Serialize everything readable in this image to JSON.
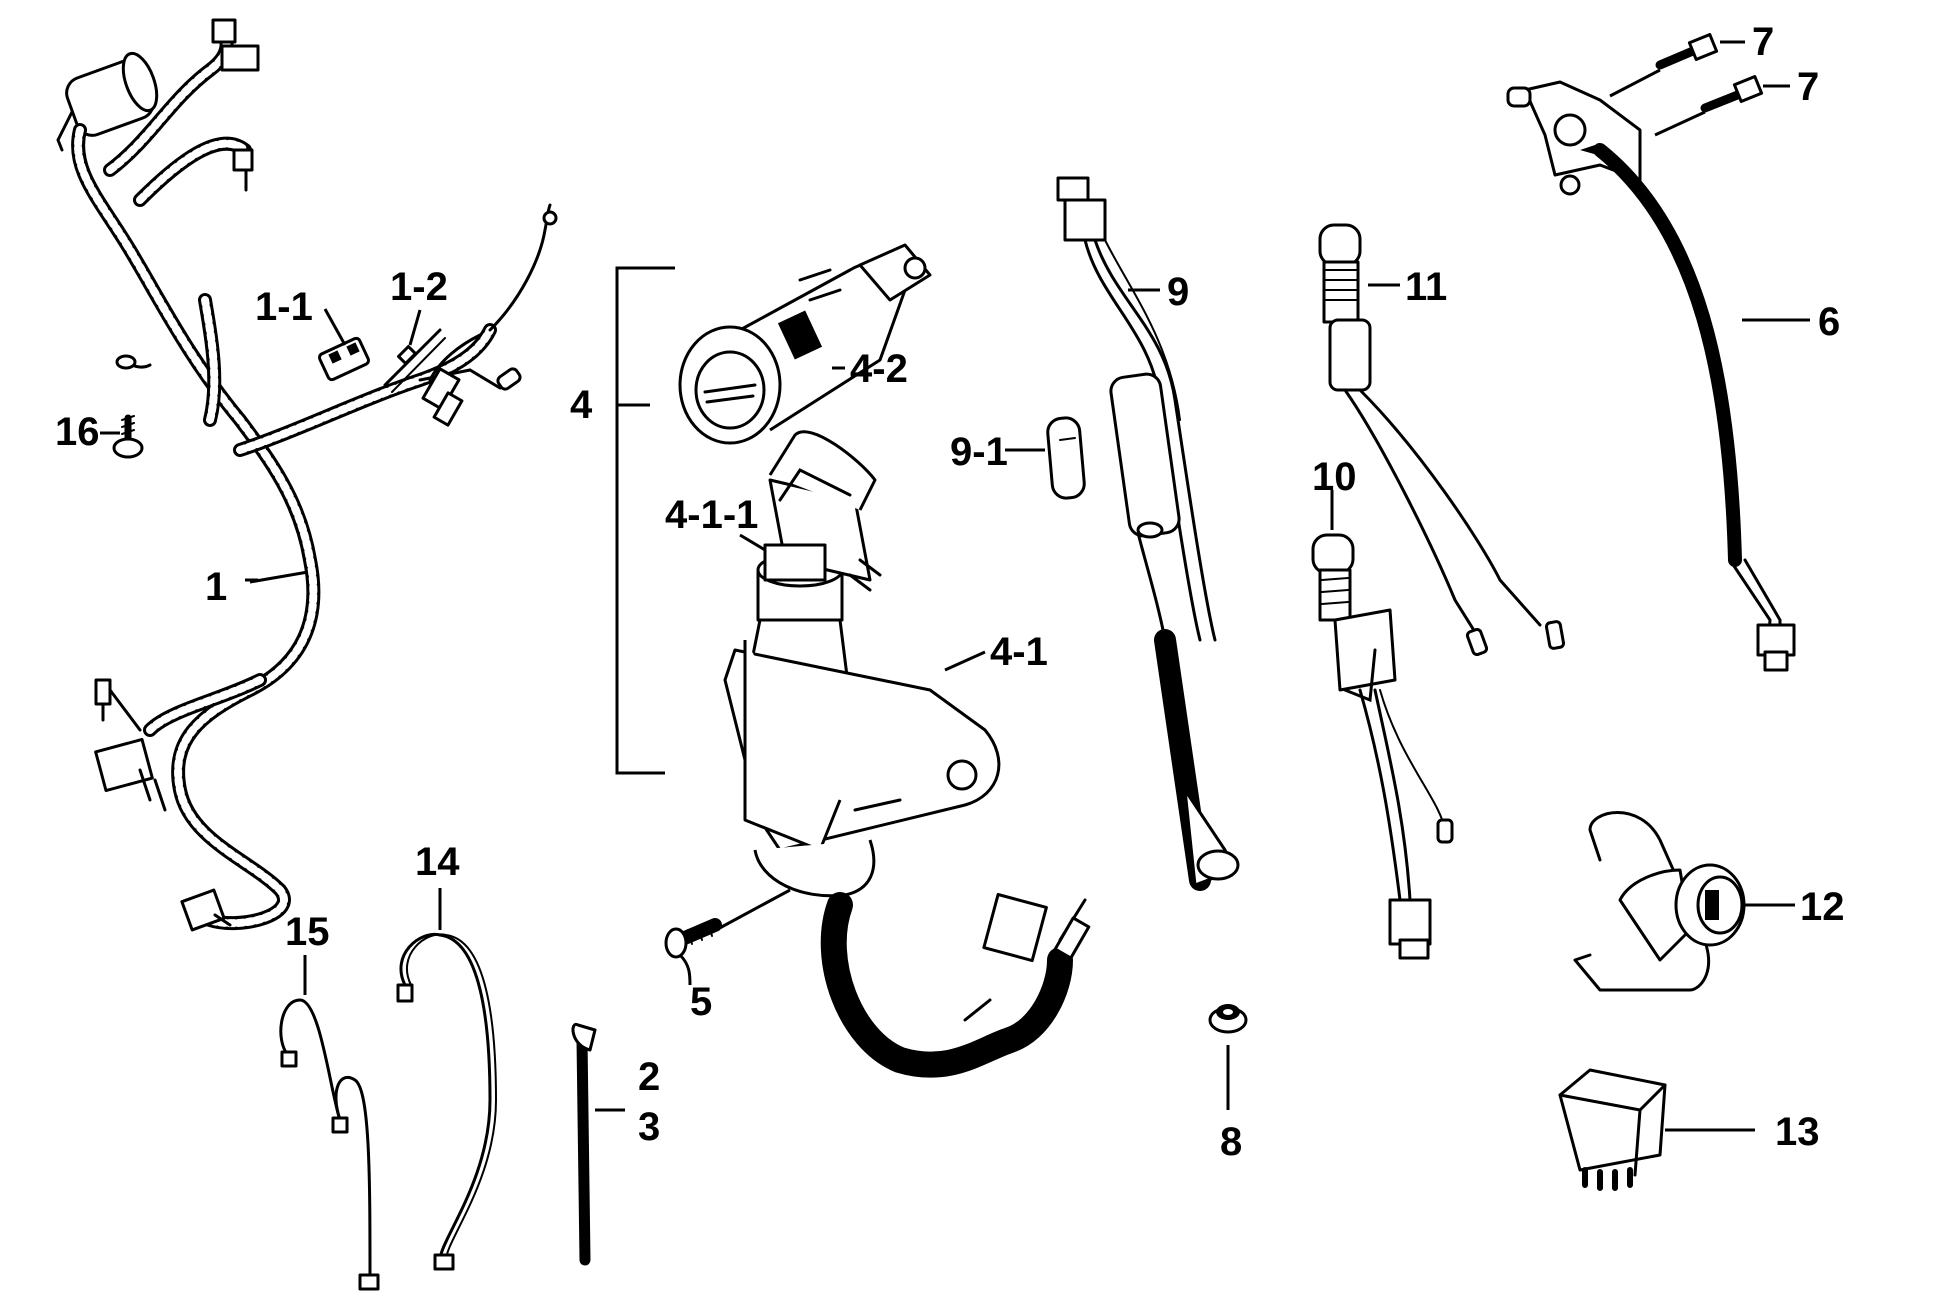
{
  "callouts": {
    "c1": "1",
    "c1_1": "1-1",
    "c1_2": "1-2",
    "c2": "2",
    "c3": "3",
    "c4": "4",
    "c4_1": "4-1",
    "c4_1_1": "4-1-1",
    "c4_2": "4-2",
    "c5": "5",
    "c6": "6",
    "c7a": "7",
    "c7b": "7",
    "c8": "8",
    "c9": "9",
    "c9_1": "9-1",
    "c10": "10",
    "c11": "11",
    "c12": "12",
    "c13": "13",
    "c14": "14",
    "c15": "15",
    "c16": "16"
  }
}
